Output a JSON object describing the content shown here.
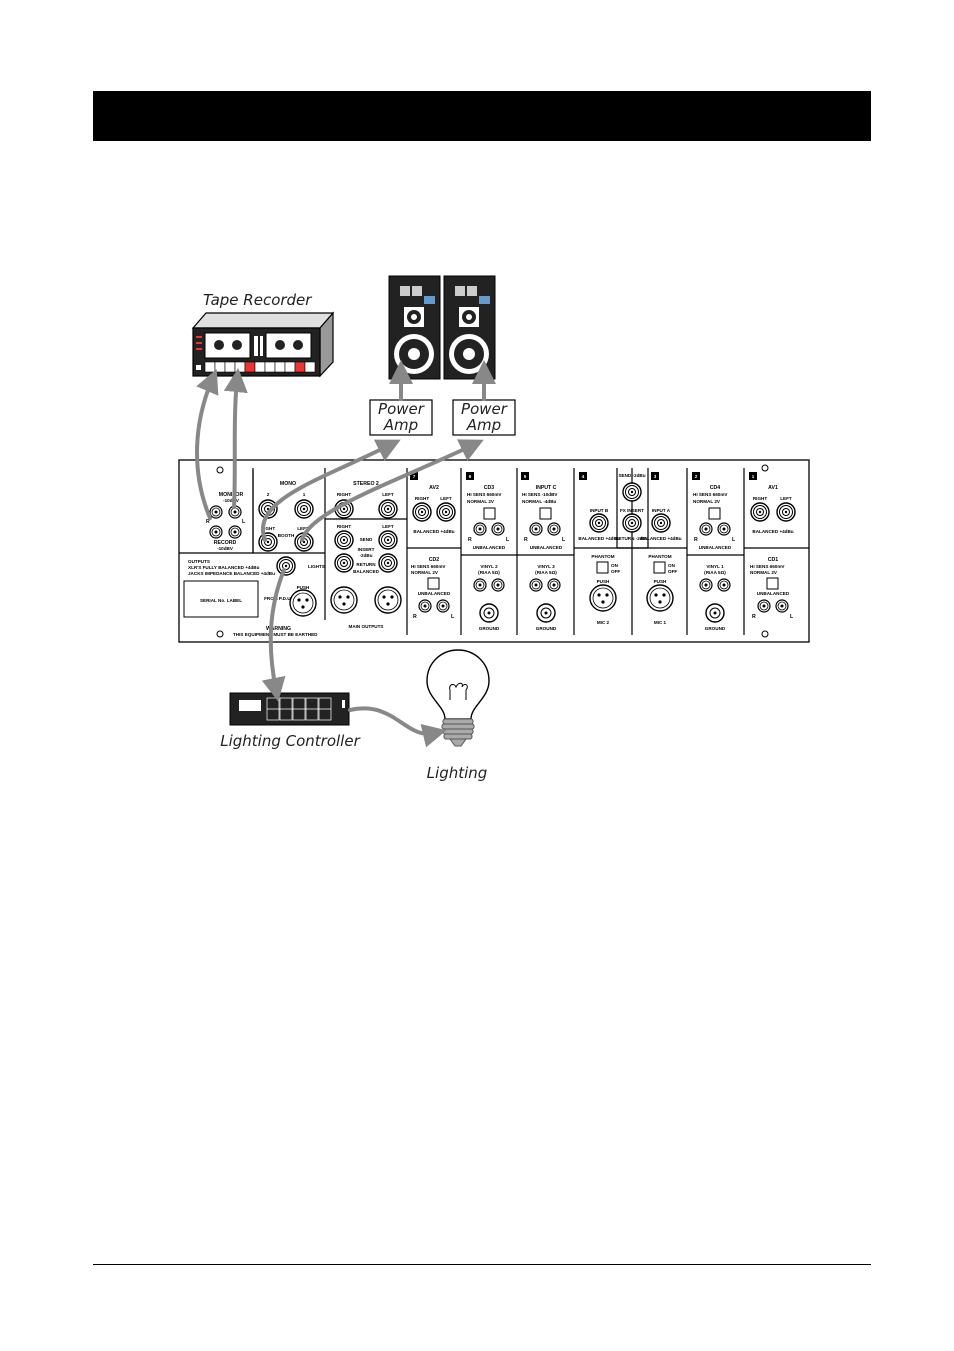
{
  "header": {
    "title": ""
  },
  "labels": {
    "tape_recorder": "Tape Recorder",
    "power_amp_line1": "Power",
    "power_amp_line2": "Amp",
    "lighting_controller": "Lighting Controller",
    "lighting": "Lighting"
  },
  "panel": {
    "monitor": "MONITOR",
    "monitor_level": "-10dBV",
    "record": "RECORD",
    "record_level": "-10dBV",
    "r": "R",
    "l": "L",
    "mono": "MONO",
    "mono_2": "2",
    "mono_1": "1",
    "stereo2": "STEREO 2",
    "right": "RIGHT",
    "left": "LEFT",
    "booth": "BOOTH",
    "send": "SEND",
    "insert": "INSERT",
    "insert_level": "-2dBu",
    "return": "RETURN",
    "balanced": "BALANCED",
    "lights": "LIGHTS",
    "outputs": "OUTPUTS",
    "outputs_line1": "XLR'S FULLY BALANCED +4dBu",
    "outputs_line2": "JACKS IMPEDANCE BALANCED +4dBu",
    "serial_label": "SERIAL No. LABEL",
    "from_pdu": "FROM P.D.U.",
    "push": "PUSH",
    "warning": "WARNING",
    "earthed": "THIS EQUIPMENT MUST BE EARTHED",
    "main_outputs": "MAIN OUTPUTS",
    "ch7": "7",
    "av2": "AV2",
    "balanced_4dbu": "BALANCED +4dBu",
    "cd2": "CD2",
    "hi_sens": "HI SENS 660mV",
    "normal_2v": "NORMAL 2V",
    "unbalanced": "UNBALANCED",
    "ch6": "6",
    "cd3": "CD3",
    "vinyl2": "VINYL 2",
    "riaa": "(RIAA 5Ω)",
    "ground": "GROUND",
    "ch5": "5",
    "input_c": "INPUT C",
    "hi_sens_c": "HI SENS -10dBV",
    "normal_c": "NORMAL -4dBu",
    "vinyl3": "VINYL 3",
    "ch4": "4",
    "input_b": "INPUT B",
    "send_2dbu": "SEND -2dBu",
    "fx_insert": "FX INSERT",
    "return_2dbu": "RETURN -2dBu",
    "phantom": "PHANTOM",
    "on": "ON",
    "off": "OFF",
    "mic2": "MIC 2",
    "ch3": "3",
    "input_a": "INPUT A",
    "mic1": "MIC 1",
    "ch2": "2",
    "cd4": "CD4",
    "vinyl1": "VINYL 1",
    "ch1": "1",
    "av1": "AV1",
    "cd1": "CD1"
  }
}
